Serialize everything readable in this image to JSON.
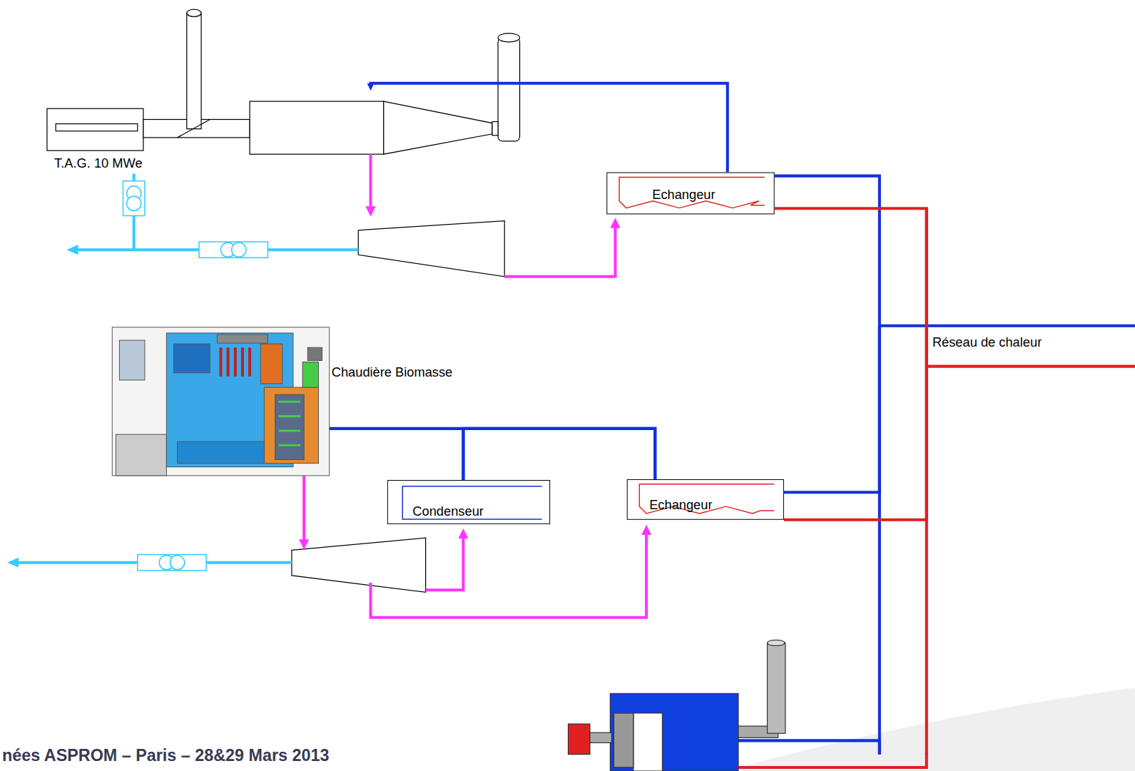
{
  "diagram": {
    "nodes": [
      {
        "text": [
          "Echangeur"
        ]
      },
      {
        "text": [
          "Condenseur"
        ]
      },
      {
        "text": [
          "Echangeur"
        ]
      }
    ],
    "edges": [
      {
        "from": 0,
        "to": 2,
        "arrow": "none"
      },
      {
        "from": 0,
        "to": 2,
        "arrow": "none"
      },
      {
        "from": 1,
        "to": 2,
        "arrow": "none"
      }
    ],
    "labels": [
      "T.A.G. 10 MWe",
      "Réseau de chaleur",
      "Chaudière Biomasse",
      "nées ASPROM – Paris – 28&29 Mars 2013"
    ]
  }
}
